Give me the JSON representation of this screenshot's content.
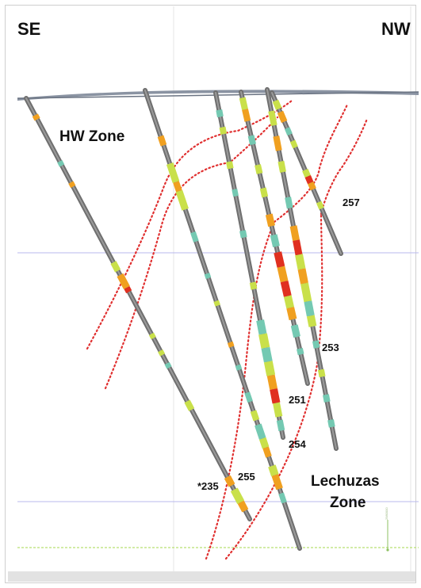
{
  "directions": {
    "left": "SE",
    "right": "NW"
  },
  "zones": {
    "hw": "HW Zone",
    "lechuzas_line1": "Lechuzas",
    "lechuzas_line2": "Zone"
  },
  "holes": [
    {
      "id": "235",
      "label": "*235"
    },
    {
      "id": "255",
      "label": "255"
    },
    {
      "id": "254",
      "label": "254"
    },
    {
      "id": "251",
      "label": "251"
    },
    {
      "id": "253",
      "label": "253"
    },
    {
      "id": "257",
      "label": "257"
    }
  ],
  "scale_marker": "2980000",
  "colors": {
    "drill_trace": "#6f6f6f",
    "zone_boundary": "#e03030",
    "grid_line": "#b8b8ee",
    "baseline": "#b8e070",
    "ground_surface": "#8a93a2",
    "assay_low": "#74c9b2",
    "assay_mid": "#c9e04a",
    "assay_high": "#f0a020",
    "assay_very_high": "#e03020"
  }
}
